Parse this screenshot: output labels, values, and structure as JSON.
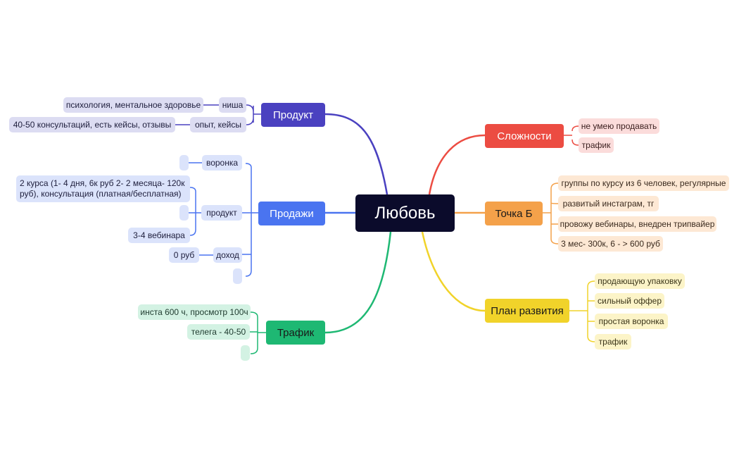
{
  "central": {
    "label": "Любовь"
  },
  "colors": {
    "product": "#4a41c0",
    "product_leaf": "#dcdcf2",
    "sales": "#4a74f0",
    "sales_leaf": "#dbe3fb",
    "traffic": "#1eb873",
    "traffic_leaf": "#d3f2e3",
    "difficulties": "#ec4c42",
    "difficulties_leaf": "#fbdcdb",
    "point_b": "#f4a14a",
    "point_b_leaf": "#fde8d4",
    "plan": "#f1d32a",
    "plan_leaf": "#fcf4c8",
    "root": "#0b0b2b"
  },
  "branches": {
    "product": {
      "label": "Продукт",
      "niche": {
        "label": "ниша",
        "detail": "психология, ментальное здоровье"
      },
      "experience": {
        "label": "опыт, кейсы",
        "detail": "40-50 консультаций, есть кейсы, отзывы"
      }
    },
    "sales": {
      "label": "Продажи",
      "funnel": {
        "label": "воронка"
      },
      "product": {
        "label": "продукт",
        "items": [
          "2 курса (1- 4 дня, 6к руб 2- 2 месяца- 120к руб), консультация (платная/бесплатная)",
          "",
          "3-4 вебинара"
        ]
      },
      "income": {
        "label": "доход",
        "detail": "0 руб"
      }
    },
    "traffic": {
      "label": "Трафик",
      "items": [
        "инста 600 ч, просмотр 100ч",
        "телега - 40-50",
        ""
      ]
    },
    "difficulties": {
      "label": "Сложности",
      "items": [
        "не умею продавать",
        "трафик"
      ]
    },
    "point_b": {
      "label": "Точка Б",
      "items": [
        "группы по курсу из 6 человек, регулярные",
        "развитый инстаграм, тг",
        "провожу вебинары, внедрен трипвайер",
        "3 мес- 300к, 6 - > 600 руб"
      ]
    },
    "plan": {
      "label": "План развития",
      "items": [
        "продающую упаковку",
        "сильный оффер",
        "простая воронка",
        "трафик"
      ]
    }
  }
}
